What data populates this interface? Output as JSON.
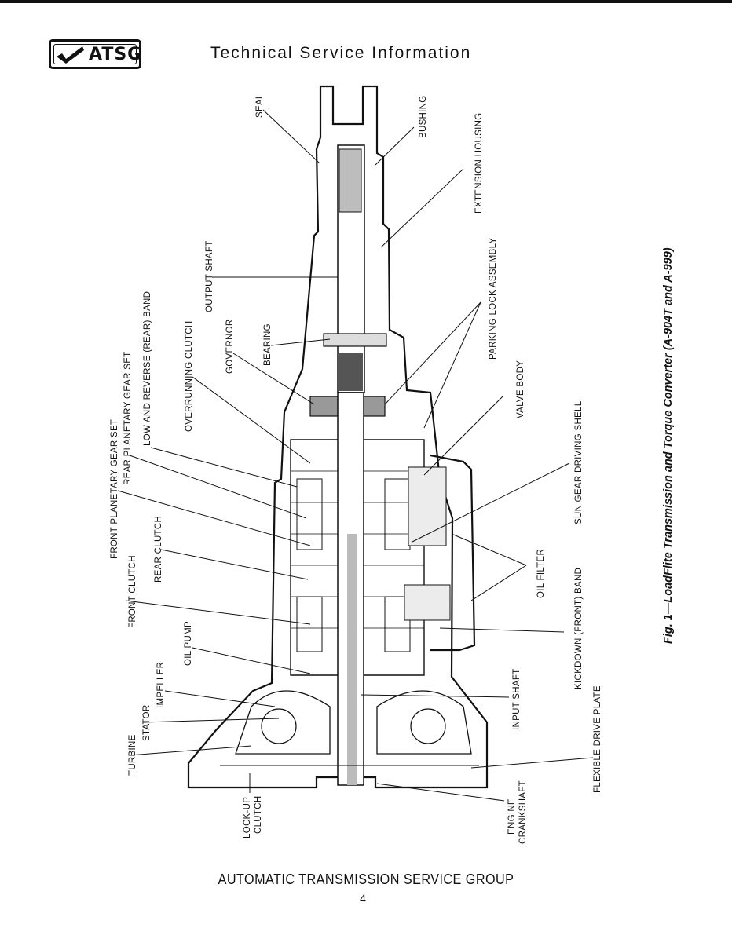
{
  "header": {
    "logo_text": "ATSG",
    "title": "Technical Service Information"
  },
  "figure": {
    "caption": "Fig. 1—LoadFlite Transmission and Torque Converter (A-904T and A-999)",
    "labels": {
      "seal": "SEAL",
      "bushing": "BUSHING",
      "extension_housing": "EXTENSION HOUSING",
      "output_shaft": "OUTPUT SHAFT",
      "parking_lock": "PARKING LOCK ASSEMBLY",
      "bearing": "BEARING",
      "governor": "GOVERNOR",
      "valve_body": "VALVE BODY",
      "overrunning_clutch": "OVERRUNNING CLUTCH",
      "low_reverse_band": "LOW AND REVERSE (REAR) BAND",
      "rear_planetary": "REAR PLANETARY GEAR SET",
      "front_planetary": "FRONT PLANETARY GEAR SET",
      "sun_gear_shell": "SUN GEAR DRIVING SHELL",
      "rear_clutch": "REAR CLUTCH",
      "oil_filter": "OIL FILTER",
      "front_clutch": "FRONT CLUTCH",
      "kickdown_band": "KICKDOWN (FRONT) BAND",
      "oil_pump": "OIL PUMP",
      "impeller": "IMPELLER",
      "input_shaft": "INPUT SHAFT",
      "stator": "STATOR",
      "turbine": "TURBINE",
      "flexible_drive_plate": "FLEXIBLE DRIVE PLATE",
      "lockup_1": "LOCK-UP",
      "lockup_2": "CLUTCH",
      "engine_1": "ENGINE",
      "engine_2": "CRANKSHAFT"
    }
  },
  "footer": {
    "organization": "AUTOMATIC TRANSMISSION SERVICE GROUP",
    "page_number": "4"
  }
}
